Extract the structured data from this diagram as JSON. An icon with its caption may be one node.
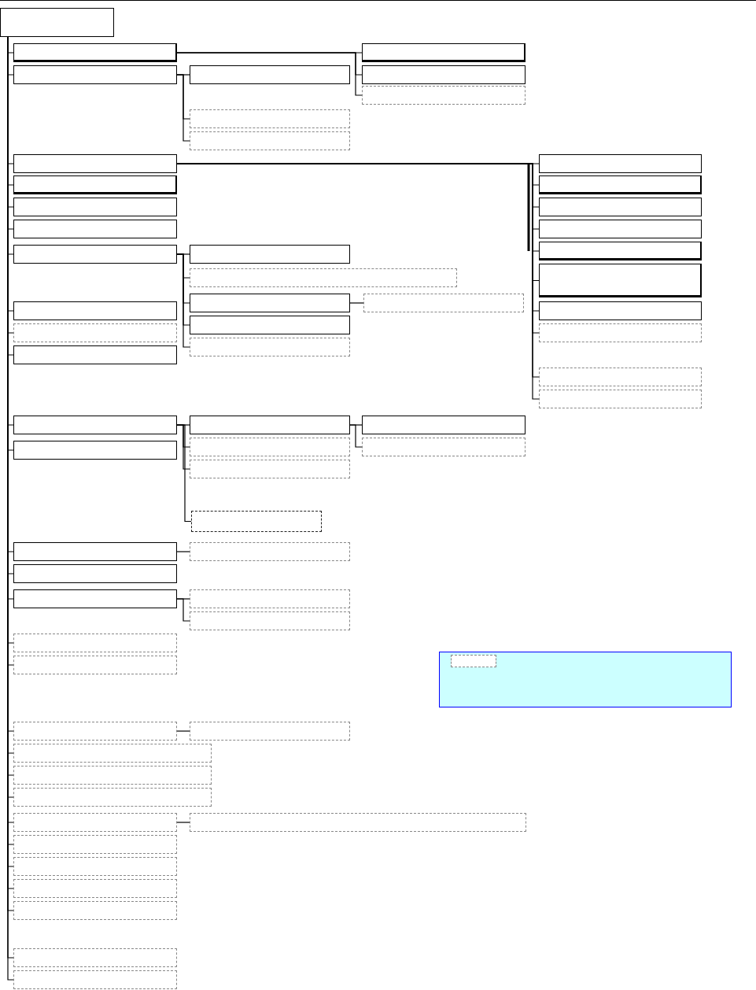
{
  "diagram": {
    "nodes": [
      {
        "text": [],
        "shape": "box"
      },
      {
        "text": [],
        "shape": "box"
      },
      {
        "text": [],
        "shape": "box"
      },
      {
        "text": [],
        "shape": "box"
      },
      {
        "text": [],
        "shape": "box"
      },
      {
        "text": [],
        "shape": "box"
      },
      {
        "text": [],
        "shape": "box"
      },
      {
        "text": [],
        "shape": "box"
      },
      {
        "text": [],
        "shape": "box"
      },
      {
        "text": [],
        "shape": "box"
      },
      {
        "text": [],
        "shape": "box"
      },
      {
        "text": [],
        "shape": "box"
      },
      {
        "text": [],
        "shape": "box"
      },
      {
        "text": [],
        "shape": "box"
      },
      {
        "text": [],
        "shape": "box"
      },
      {
        "text": [],
        "shape": "box"
      },
      {
        "text": [],
        "shape": "box"
      },
      {
        "text": [],
        "shape": "box"
      },
      {
        "text": [],
        "shape": "box"
      },
      {
        "text": [],
        "shape": "box"
      },
      {
        "text": [],
        "shape": "box"
      },
      {
        "text": [],
        "shape": "box"
      },
      {
        "text": [],
        "shape": "box"
      },
      {
        "text": [],
        "shape": "box"
      },
      {
        "text": [],
        "shape": "box"
      },
      {
        "text": [],
        "shape": "box"
      },
      {
        "text": [],
        "shape": "box"
      },
      {
        "text": [],
        "shape": "box"
      },
      {
        "text": [],
        "shape": "box"
      },
      {
        "text": [],
        "shape": "box"
      },
      {
        "text": [],
        "shape": "box"
      },
      {
        "text": [],
        "shape": "box"
      },
      {
        "text": [],
        "shape": "box"
      },
      {
        "text": [],
        "shape": "box"
      },
      {
        "text": [],
        "shape": "box"
      },
      {
        "text": [],
        "shape": "box"
      },
      {
        "text": [],
        "shape": "box"
      },
      {
        "text": [],
        "shape": "box"
      },
      {
        "text": [],
        "shape": "box"
      },
      {
        "text": [],
        "shape": "box"
      },
      {
        "text": [],
        "shape": "box"
      },
      {
        "text": [],
        "shape": "box"
      },
      {
        "text": [],
        "shape": "box"
      },
      {
        "text": [],
        "shape": "box"
      },
      {
        "text": [],
        "shape": "box"
      },
      {
        "text": [],
        "shape": "box"
      },
      {
        "text": [],
        "shape": "box"
      },
      {
        "text": [],
        "shape": "box"
      },
      {
        "text": [],
        "shape": "box"
      },
      {
        "text": [],
        "shape": "box"
      },
      {
        "text": [],
        "shape": "box",
        "in": 49
      },
      {
        "text": [],
        "shape": "box"
      },
      {
        "text": [],
        "shape": "box"
      },
      {
        "text": [],
        "shape": "box"
      },
      {
        "text": [],
        "shape": "box"
      },
      {
        "text": [],
        "shape": "box"
      },
      {
        "text": [],
        "shape": "box"
      },
      {
        "text": [],
        "shape": "box"
      },
      {
        "text": [],
        "shape": "box"
      },
      {
        "text": [],
        "shape": "box"
      },
      {
        "text": [],
        "shape": "box"
      },
      {
        "text": [],
        "shape": "box"
      },
      {
        "text": [],
        "shape": "box"
      },
      {
        "text": [],
        "shape": "box"
      }
    ],
    "edges": [
      {
        "from": 0,
        "to": 1,
        "arrow": "none"
      },
      {
        "from": 0,
        "to": 2,
        "arrow": "none"
      },
      {
        "from": 0,
        "to": 9,
        "arrow": "none"
      },
      {
        "from": 0,
        "to": 10,
        "arrow": "none"
      },
      {
        "from": 0,
        "to": 11,
        "arrow": "none"
      },
      {
        "from": 0,
        "to": 12,
        "arrow": "none"
      },
      {
        "from": 0,
        "to": 13,
        "arrow": "none"
      },
      {
        "from": 0,
        "to": 14,
        "arrow": "none"
      },
      {
        "from": 0,
        "to": 15,
        "arrow": "none"
      },
      {
        "from": 0,
        "to": 16,
        "arrow": "none"
      },
      {
        "from": 0,
        "to": 33,
        "arrow": "none"
      },
      {
        "from": 0,
        "to": 34,
        "arrow": "none"
      },
      {
        "from": 0,
        "to": 41,
        "arrow": "none"
      },
      {
        "from": 0,
        "to": 42,
        "arrow": "none"
      },
      {
        "from": 0,
        "to": 43,
        "arrow": "none"
      },
      {
        "from": 0,
        "to": 47,
        "arrow": "none"
      },
      {
        "from": 0,
        "to": 48,
        "arrow": "none"
      },
      {
        "from": 0,
        "to": 51,
        "arrow": "none"
      },
      {
        "from": 0,
        "to": 52,
        "arrow": "none"
      },
      {
        "from": 0,
        "to": 53,
        "arrow": "none"
      },
      {
        "from": 0,
        "to": 54,
        "arrow": "none"
      },
      {
        "from": 0,
        "to": 56,
        "arrow": "none"
      },
      {
        "from": 0,
        "to": 58,
        "arrow": "none"
      },
      {
        "from": 0,
        "to": 59,
        "arrow": "none"
      },
      {
        "from": 0,
        "to": 60,
        "arrow": "none"
      },
      {
        "from": 0,
        "to": 61,
        "arrow": "none"
      },
      {
        "from": 0,
        "to": 62,
        "arrow": "none"
      },
      {
        "from": 0,
        "to": 63,
        "arrow": "none"
      },
      {
        "from": 1,
        "to": 6,
        "arrow": "none"
      },
      {
        "from": 1,
        "to": 7,
        "arrow": "none"
      },
      {
        "from": 1,
        "to": 8,
        "arrow": "none"
      },
      {
        "from": 2,
        "to": 3,
        "arrow": "none"
      },
      {
        "from": 2,
        "to": 4,
        "arrow": "none"
      },
      {
        "from": 2,
        "to": 5,
        "arrow": "none"
      },
      {
        "from": 9,
        "to": 23,
        "arrow": "none"
      },
      {
        "from": 9,
        "to": 24,
        "arrow": "none"
      },
      {
        "from": 9,
        "to": 25,
        "arrow": "none"
      },
      {
        "from": 9,
        "to": 26,
        "arrow": "none"
      },
      {
        "from": 9,
        "to": 27,
        "arrow": "none"
      },
      {
        "from": 9,
        "to": 28,
        "arrow": "none"
      },
      {
        "from": 9,
        "to": 29,
        "arrow": "none"
      },
      {
        "from": 9,
        "to": 30,
        "arrow": "none"
      },
      {
        "from": 9,
        "to": 31,
        "arrow": "none"
      },
      {
        "from": 9,
        "to": 32,
        "arrow": "none"
      },
      {
        "from": 13,
        "to": 17,
        "arrow": "none"
      },
      {
        "from": 13,
        "to": 18,
        "arrow": "none"
      },
      {
        "from": 13,
        "to": 19,
        "arrow": "none"
      },
      {
        "from": 13,
        "to": 20,
        "arrow": "none"
      },
      {
        "from": 13,
        "to": 21,
        "arrow": "none"
      },
      {
        "from": 19,
        "to": 22,
        "arrow": "none"
      },
      {
        "from": 33,
        "to": 35,
        "arrow": "none"
      },
      {
        "from": 33,
        "to": 36,
        "arrow": "none"
      },
      {
        "from": 33,
        "to": 37,
        "arrow": "none"
      },
      {
        "from": 33,
        "to": 38,
        "arrow": "none"
      },
      {
        "from": 35,
        "to": 39,
        "arrow": "none"
      },
      {
        "from": 35,
        "to": 40,
        "arrow": "none"
      },
      {
        "from": 41,
        "to": 44,
        "arrow": "none"
      },
      {
        "from": 43,
        "to": 45,
        "arrow": "none"
      },
      {
        "from": 43,
        "to": 46,
        "arrow": "none"
      },
      {
        "from": 51,
        "to": 55,
        "arrow": "none"
      },
      {
        "from": 56,
        "to": 57,
        "arrow": "none"
      }
    ]
  }
}
